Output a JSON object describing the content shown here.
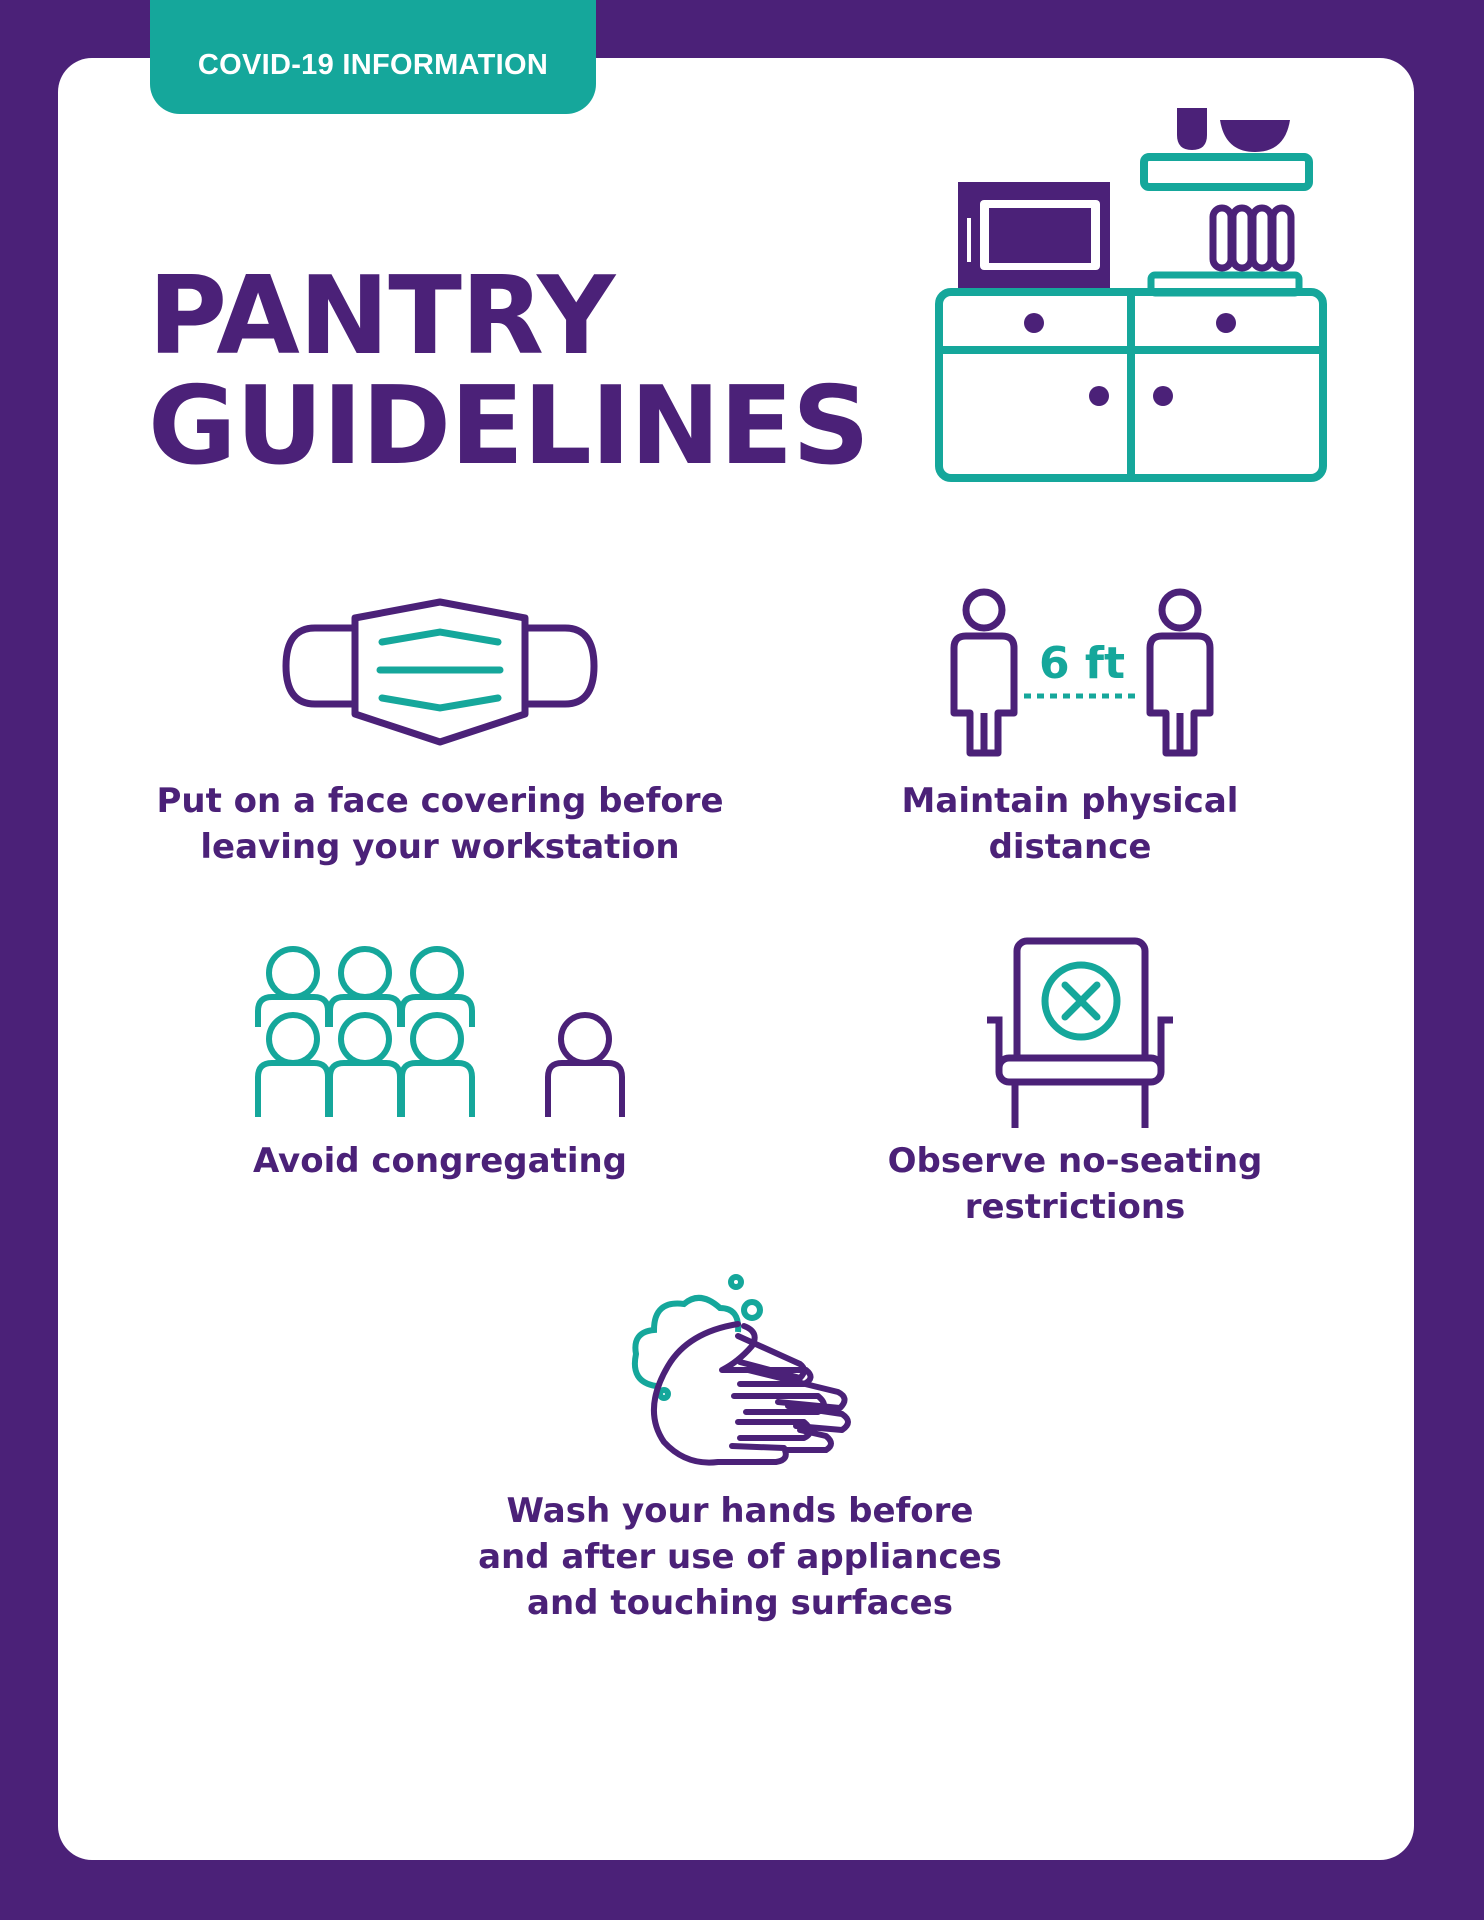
{
  "header": {
    "tag_label": "COVID-19 INFORMATION",
    "title_line1": "PANTRY",
    "title_line2": "GUIDELINES"
  },
  "guidelines": {
    "face_covering": "Put on a face covering before\nleaving your workstation",
    "distance": "Maintain physical\ndistance",
    "distance_label": "6 ft",
    "congregating": "Avoid congregating",
    "seating": "Observe no-seating\nrestrictions",
    "wash_hands": "Wash your hands before\nand after use of appliances\nand touching surfaces"
  },
  "colors": {
    "purple": "#4b2178",
    "teal": "#15a79b",
    "white": "#ffffff"
  },
  "icons": [
    "pantry-kitchen-icon",
    "face-mask-icon",
    "physical-distance-icon",
    "crowd-icon",
    "no-seating-chair-icon",
    "hand-washing-icon"
  ]
}
